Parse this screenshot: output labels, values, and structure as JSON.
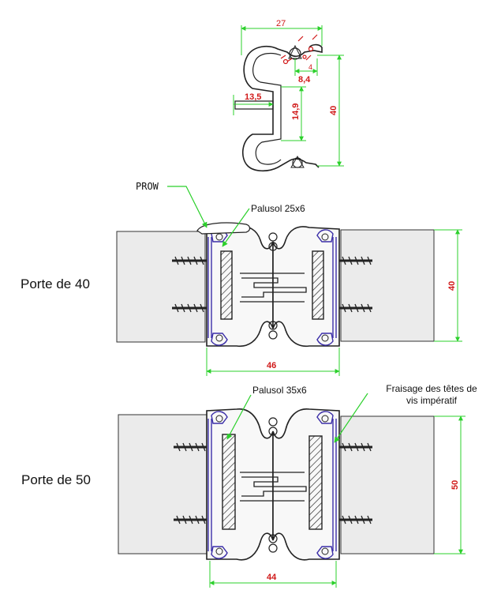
{
  "top_profile": {
    "dims": {
      "width": "27",
      "small_a": "8,4",
      "small_b": "4",
      "lip": "13,5",
      "slot": "14,9",
      "height": "40"
    }
  },
  "door40": {
    "label": "Porte de 40",
    "callout_prow": "PROW",
    "callout_seal": "Palusol 25x6",
    "dim_width": "46",
    "dim_height": "40"
  },
  "door50": {
    "label": "Porte de 50",
    "callout_seal": "Palusol 35x6",
    "callout_milling_line1": "Fraisage des têtes de",
    "callout_milling_line2": "vis impératif",
    "dim_width": "44",
    "dim_height": "50"
  },
  "colors": {
    "dimension": "#2bd02b",
    "dimension_text": "#d01818",
    "profile_line": "#222222",
    "gasket": "#3b2ea8",
    "door_fill": "#ebebeb"
  }
}
